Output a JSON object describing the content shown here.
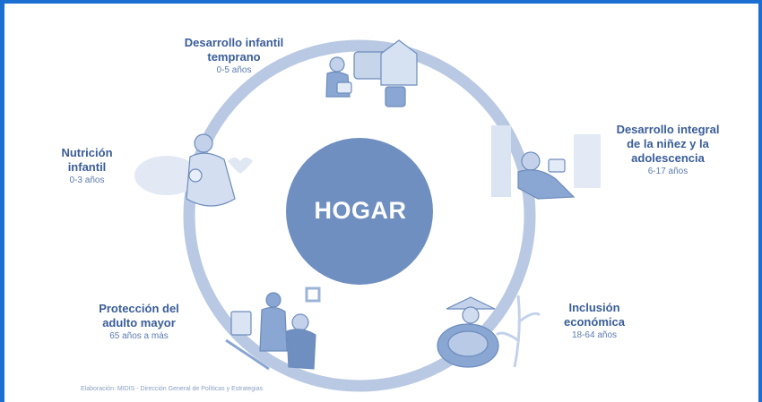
{
  "center": {
    "label": "HOGAR"
  },
  "stages": [
    {
      "title": "Desarrollo infantil\ntemprano",
      "subtitle": "0-5 años"
    },
    {
      "title": "Desarrollo integral\nde la niñez y la\nadolescencia",
      "subtitle": "6-17 años"
    },
    {
      "title": "Inclusión\neconómica",
      "subtitle": "18-64 años"
    },
    {
      "title": "Protección del\nadulto mayor",
      "subtitle": "65 años a más"
    },
    {
      "title": "Nutrición\ninfantil",
      "subtitle": "0-3 años"
    }
  ],
  "footer": "Elaboración: MIDIS - Dirección General de Políticas y Estrategias",
  "colors": {
    "frame": "#1a6fd1",
    "ring": "#b9c9e3",
    "hub": "#6f8fc1",
    "text": "#3a5d98",
    "illustration": "#9cb4d8"
  }
}
